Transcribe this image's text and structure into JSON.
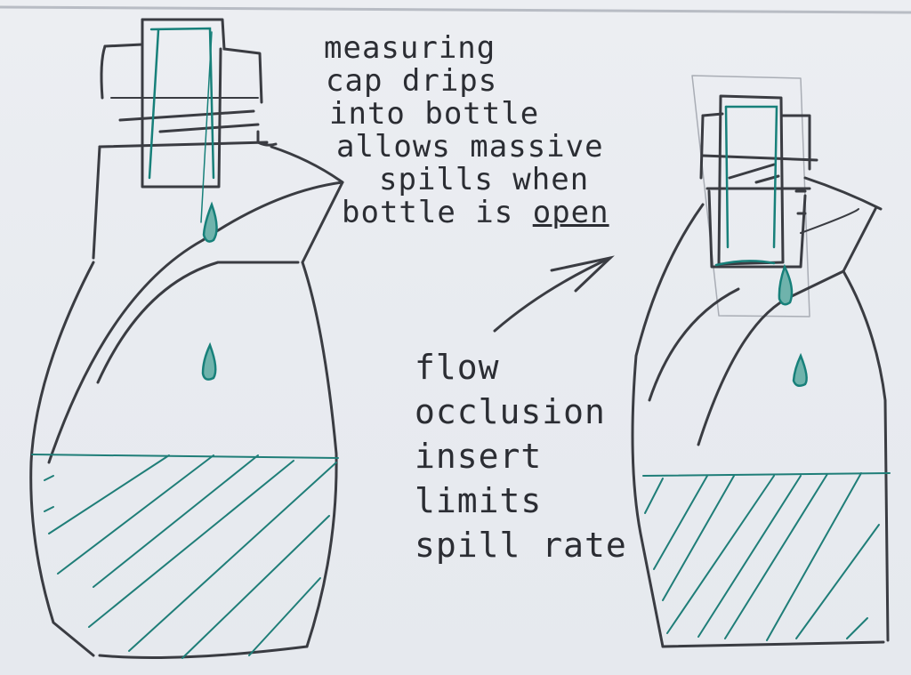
{
  "diagram": {
    "type": "hand-drawn sketch",
    "colors": {
      "paper": "#e9ecf0",
      "pencil": "#2b2d33",
      "ink_teal": "#17807a"
    },
    "left_bottle": {
      "label": "original bottle with measuring cap",
      "features": [
        "measuring cap",
        "drip line",
        "drop",
        "drop",
        "liquid fill (hatched)"
      ]
    },
    "right_bottle": {
      "label": "bottle with flow occlusion insert",
      "features": [
        "measuring cap",
        "flow occlusion insert",
        "drop",
        "drop",
        "liquid fill (hatched)"
      ]
    },
    "annotations": {
      "problem": {
        "lines": [
          "measuring",
          "cap drips",
          "into bottle",
          "allows massive",
          "spills when",
          "bottle is",
          "open"
        ]
      },
      "solution": {
        "lines": [
          "flow",
          "occlusion",
          "insert",
          "limits",
          "spill rate"
        ]
      }
    },
    "arrow": {
      "from": "solution note",
      "to": "problem note"
    }
  }
}
